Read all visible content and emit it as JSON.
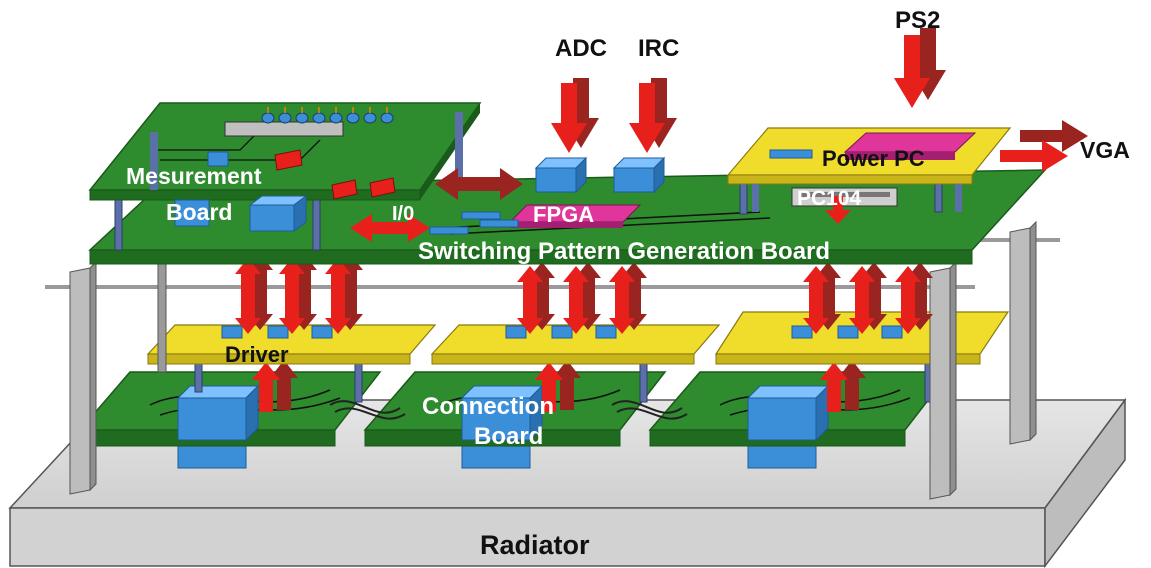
{
  "labels": {
    "radiator": "Radiator",
    "connection_board_line1": "Connection",
    "connection_board_line2": "Board",
    "driver": "Driver",
    "switching_board": "Switching Pattern Generation Board",
    "measurement_board_line1": "Mesurement",
    "measurement_board_line2": "Board",
    "io": "I/0",
    "fpga": "FPGA",
    "adc": "ADC",
    "irc": "IRC",
    "ps2": "PS2",
    "power_pc": "Power PC",
    "pc104": "PC104",
    "vga": "VGA"
  },
  "colors": {
    "pcb_green": "#2e8b2e",
    "pcb_green_dark": "#1f6b1f",
    "driver_yellow": "#f0dc2a",
    "chip_blue": "#3a8fd8",
    "fpga_magenta": "#e0359a",
    "arrow_red": "#e8201c",
    "arrow_dark_red": "#9a2420",
    "radiator_gray": "#d9d9d9",
    "rail_gray": "#a8a8a8"
  }
}
